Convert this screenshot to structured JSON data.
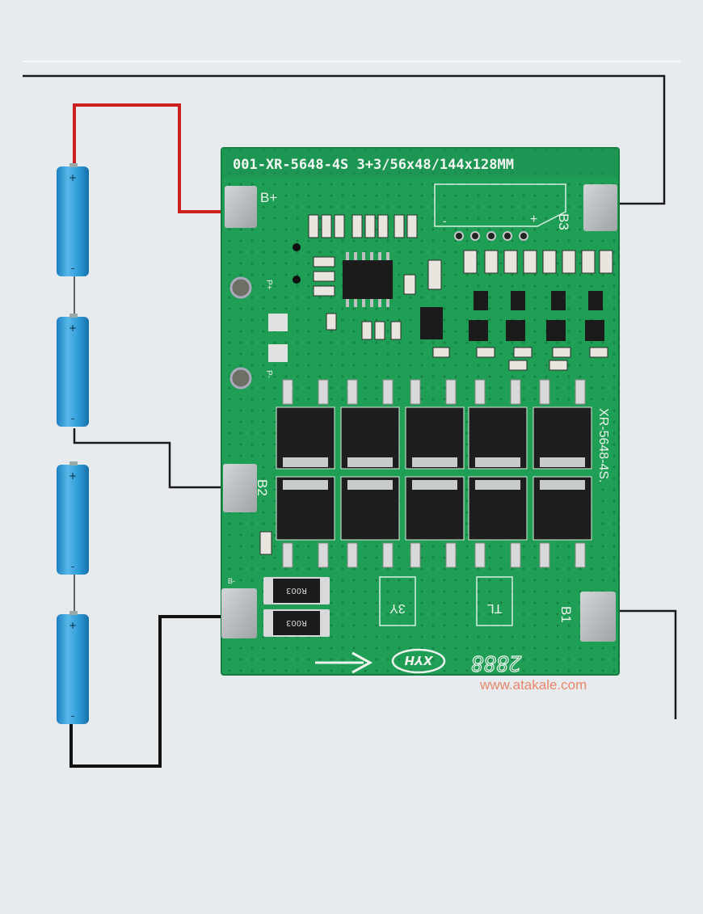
{
  "board": {
    "model_header": "001-XR-5648-4S  3+3/56x48/144x128MM",
    "side_label": "XR-5648-4S.",
    "pad_bplus": "B+",
    "pad_b3": "B3",
    "pad_b2": "B2",
    "pad_b1": "B1",
    "pad_bminus": "B-",
    "label_p_plus": "P+",
    "label_p_minus": "P-",
    "conn_minus": "-",
    "conn_plus": "+",
    "mark_3y": "3Y",
    "mark_box": "TL",
    "logo": "XYH",
    "code": "2888",
    "shunt_label": "R003"
  },
  "battery": {
    "plus": "+",
    "minus": "-"
  },
  "watermark": "www.atakale.com",
  "colors": {
    "background": "#e8ebee",
    "pcb": "#1f9e55",
    "pad": "#b9bcbe",
    "wire_red": "#cc1f1f",
    "wire_black": "#111111",
    "cell": "#2b9ad6",
    "watermark": "#e8866a"
  }
}
